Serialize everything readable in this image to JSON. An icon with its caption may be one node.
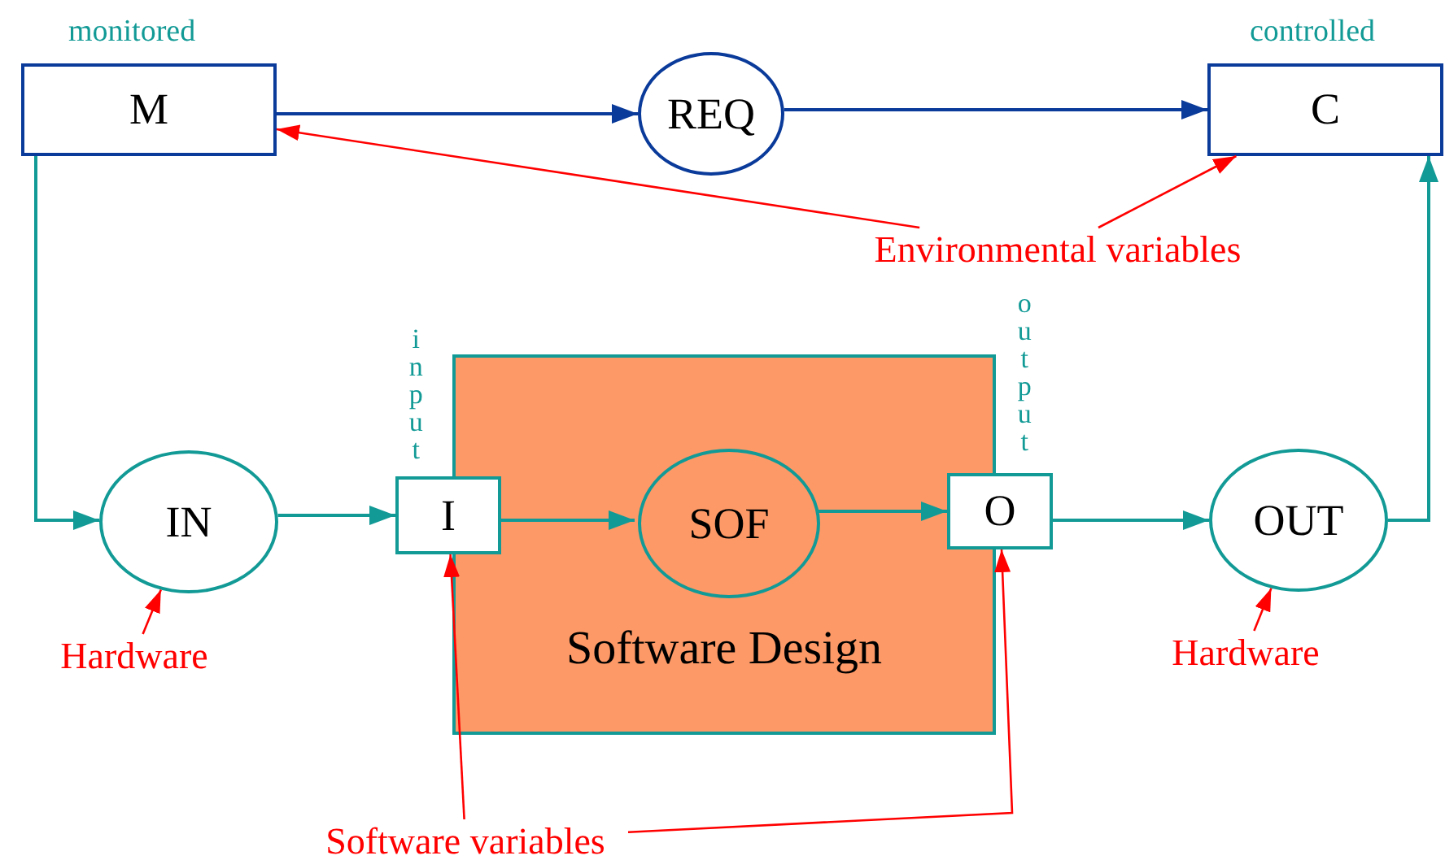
{
  "diagram": {
    "nodes": [
      {
        "text": [
          "M"
        ],
        "beside": [
          "monitored"
        ]
      },
      {
        "text": [
          "REQ"
        ]
      },
      {
        "text": [
          "C"
        ],
        "beside": [
          "controlled"
        ]
      },
      {
        "text": [
          "Environmental variables"
        ]
      },
      {
        "text": [
          "IN"
        ]
      },
      {
        "text": [
          "Hardware"
        ]
      },
      {
        "text": [
          "Software Design"
        ]
      },
      {
        "text": [
          "I"
        ],
        "beside": [
          "input"
        ]
      },
      {
        "text": [
          "SOF"
        ],
        "in": 6
      },
      {
        "text": [
          "O"
        ],
        "beside": [
          "output"
        ]
      },
      {
        "text": [
          "OUT"
        ]
      },
      {
        "text": [
          "Hardware"
        ]
      },
      {
        "text": [
          "Software variables"
        ]
      }
    ],
    "edges": [
      {
        "from": 0,
        "to": 1,
        "arrow": "to",
        "color": "#0a3a9a"
      },
      {
        "from": 1,
        "to": 2,
        "arrow": "to",
        "color": "#0a3a9a"
      },
      {
        "from": 0,
        "to": 4,
        "arrow": "to",
        "color": "#129a96"
      },
      {
        "from": 4,
        "to": 7,
        "arrow": "to",
        "color": "#129a96"
      },
      {
        "from": 7,
        "to": 8,
        "arrow": "to",
        "color": "#129a96"
      },
      {
        "from": 8,
        "to": 9,
        "arrow": "to",
        "color": "#129a96"
      },
      {
        "from": 9,
        "to": 10,
        "arrow": "to",
        "color": "#129a96"
      },
      {
        "from": 10,
        "to": 2,
        "arrow": "to",
        "color": "#129a96"
      },
      {
        "from": 3,
        "to": 0,
        "arrow": "to",
        "color": "#ff0000"
      },
      {
        "from": 3,
        "to": 2,
        "arrow": "to",
        "color": "#ff0000"
      },
      {
        "from": 5,
        "to": 4,
        "arrow": "to",
        "color": "#ff0000"
      },
      {
        "from": 11,
        "to": 10,
        "arrow": "to",
        "color": "#ff0000"
      },
      {
        "from": 12,
        "to": 7,
        "arrow": "to",
        "color": "#ff0000"
      },
      {
        "from": 12,
        "to": 9,
        "arrow": "to",
        "color": "#ff0000"
      }
    ]
  }
}
